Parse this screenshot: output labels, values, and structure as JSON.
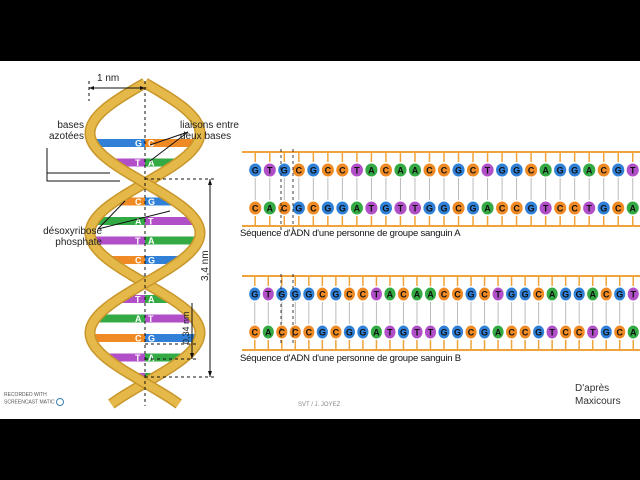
{
  "labels": {
    "width": "1 nm",
    "bases": "bases\nazotées",
    "bonds": "liaisons entre\ndeux bases",
    "sugar": "désoxyribose\nphosphate",
    "pitch": "3,4 nm",
    "step": "0,34 nm"
  },
  "helix_pairs": [
    [
      "G",
      "C"
    ],
    [
      "T",
      "A"
    ],
    [
      "G",
      "C"
    ],
    [
      "C",
      "G"
    ],
    [
      "A",
      "T"
    ],
    [
      "T",
      "A"
    ],
    [
      "C",
      "G"
    ],
    [
      "G",
      "C"
    ],
    [
      "T",
      "A"
    ],
    [
      "A",
      "T"
    ],
    [
      "C",
      "G"
    ],
    [
      "T",
      "A"
    ],
    [
      "T",
      "A"
    ]
  ],
  "seq_a": {
    "top": "GTGCGCCTACAACCGCTGGCAGGACGT",
    "bottom": "CACGCGGATGTTGGCGACCGTCCTGCA",
    "caption": "Séquence d'ADN d'une personne de groupe sanguin A"
  },
  "seq_b": {
    "top": "GTGGGCGCCTACAACCGCTGGCAGGACGT",
    "bottom": "CACCCGCGGATGTTGGCGACCGTCCTGCA",
    "caption": "Séquence d'ADN d'une personne de groupe sanguin B"
  },
  "colors": {
    "G": "#2f80d6",
    "C": "#f08a24",
    "A": "#33aa44",
    "T": "#b04fc7",
    "backbone": "#f0a33a",
    "helix": "#e5b84a"
  },
  "credit": "SVT / J. JOYEZ",
  "source": "D'après\nMaxicours",
  "watermark": "RECORDED WITH\nSCREENCAST MATIC"
}
